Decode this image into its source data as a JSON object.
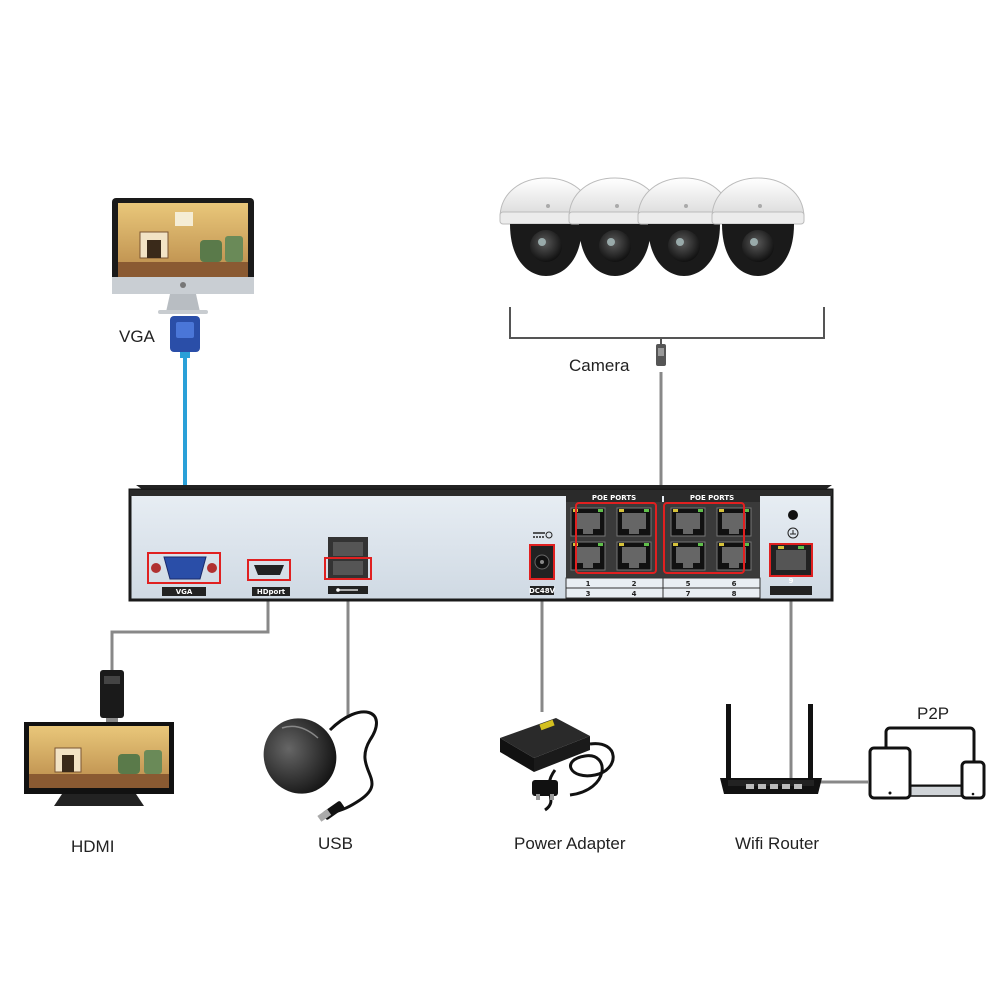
{
  "labels": {
    "vga": "VGA",
    "camera": "Camera",
    "hdmi": "HDMI",
    "usb": "USB",
    "power_adapter": "Power Adapter",
    "wifi_router": "Wifi Router",
    "p2p": "P2P"
  },
  "nvr": {
    "poe_ports_left": "POE PORTS",
    "poe_ports_right": "POE PORTS",
    "port_numbers_top": [
      "1",
      "2",
      "5",
      "6"
    ],
    "port_numbers_bottom": [
      "3",
      "4",
      "7",
      "8"
    ],
    "vga_port": "VGA",
    "hdmi_port": "HDport",
    "dc_label": "DC48V",
    "lan_number": "9"
  },
  "colors": {
    "vga_cable": "#2aa0d8",
    "cable": "#888888",
    "highlight": "#e02020",
    "panel": "#dfe7ef"
  }
}
